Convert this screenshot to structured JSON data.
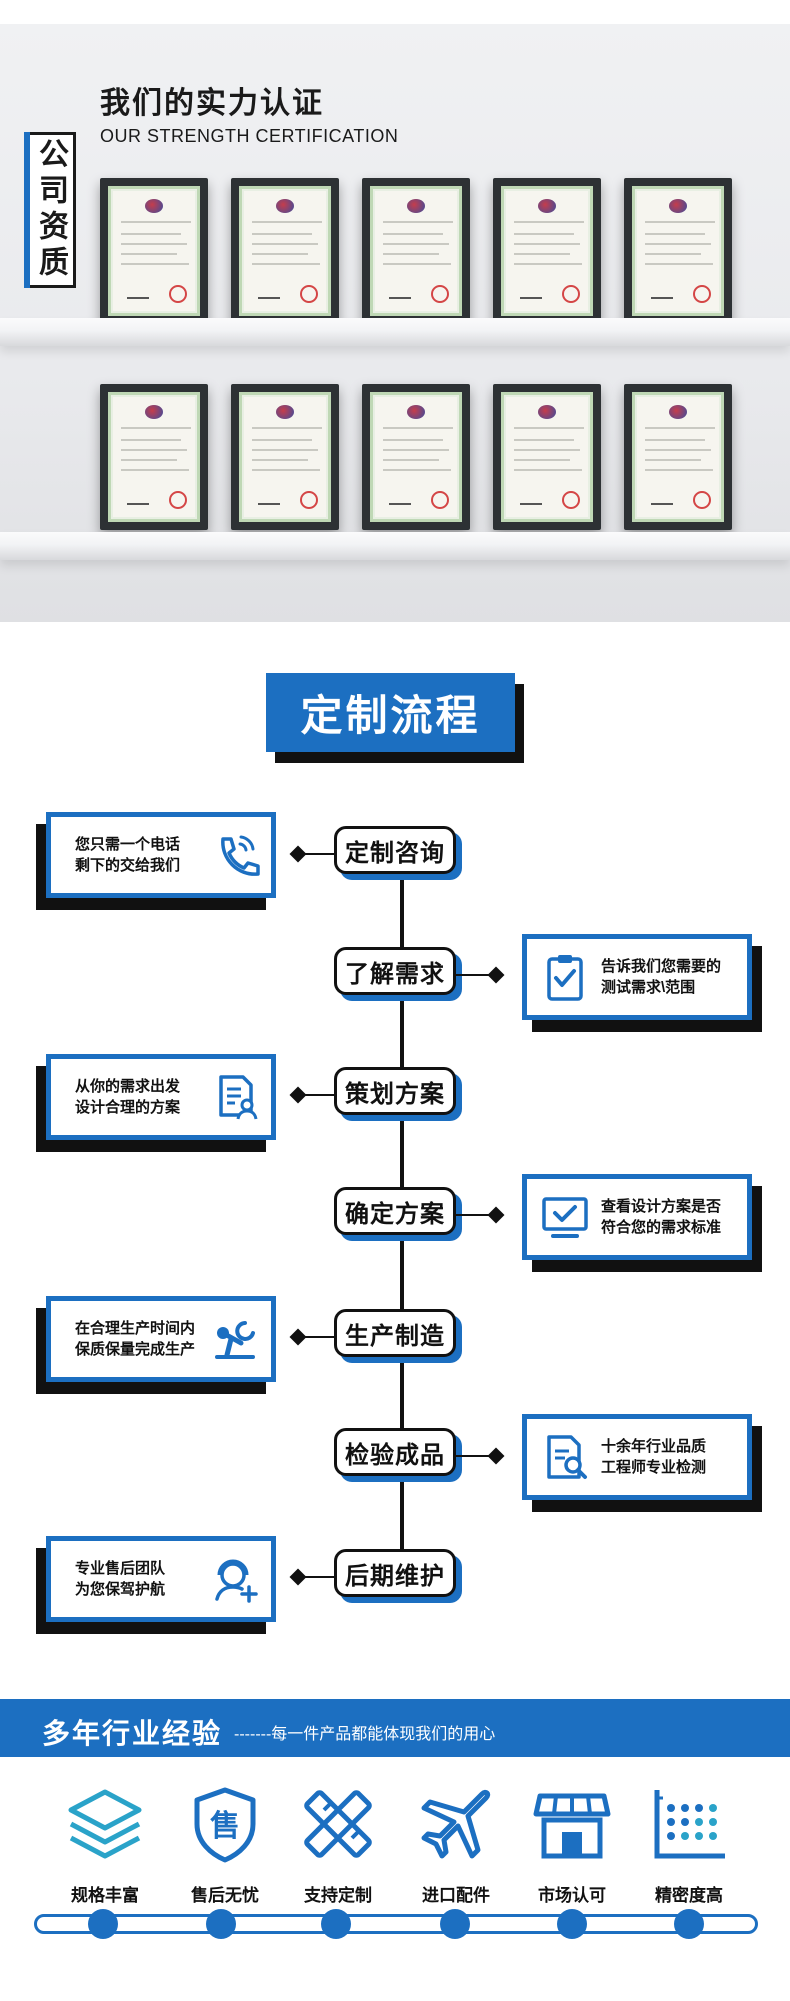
{
  "certification": {
    "title": "我们的实力认证",
    "subtitle": "OUR STRENGTH CERTIFICATION",
    "side_label": "公司资质"
  },
  "process": {
    "title": "定制流程",
    "steps": [
      {
        "label": "定制咨询",
        "desc": "您只需一个电话\n剩下的交给我们",
        "icon": "phone-icon",
        "side": "left"
      },
      {
        "label": "了解需求",
        "desc": "告诉我们您需要的\n测试需求\\范围",
        "icon": "clipboard-check-icon",
        "side": "right"
      },
      {
        "label": "策划方案",
        "desc": "从你的需求出发\n设计合理的方案",
        "icon": "document-user-icon",
        "side": "left"
      },
      {
        "label": "确定方案",
        "desc": "查看设计方案是否\n符合您的需求标准",
        "icon": "monitor-check-icon",
        "side": "right"
      },
      {
        "label": "生产制造",
        "desc": "在合理生产时间内\n保质保量完成生产",
        "icon": "robot-arm-icon",
        "side": "left"
      },
      {
        "label": "检验成品",
        "desc": "十余年行业品质\n工程师专业检测",
        "icon": "document-search-icon",
        "side": "right"
      },
      {
        "label": "后期维护",
        "desc": "专业售后团队\n为您保驾护航",
        "icon": "support-agent-icon",
        "side": "left"
      }
    ]
  },
  "experience": {
    "title": "多年行业经验",
    "subtitle": "-------每一件产品都能体现我们的用心",
    "features": [
      {
        "label": "规格丰富",
        "icon": "layers-icon"
      },
      {
        "label": "售后无忧",
        "icon": "after-sales-shield-icon"
      },
      {
        "label": "支持定制",
        "icon": "ruler-pencil-icon"
      },
      {
        "label": "进口配件",
        "icon": "airplane-icon"
      },
      {
        "label": "市场认可",
        "icon": "storefront-icon"
      },
      {
        "label": "精密度高",
        "icon": "precision-grid-icon"
      }
    ]
  },
  "colors": {
    "accent": "#1c6fc1",
    "dark": "#111111",
    "shelf": "#e9eaed"
  }
}
